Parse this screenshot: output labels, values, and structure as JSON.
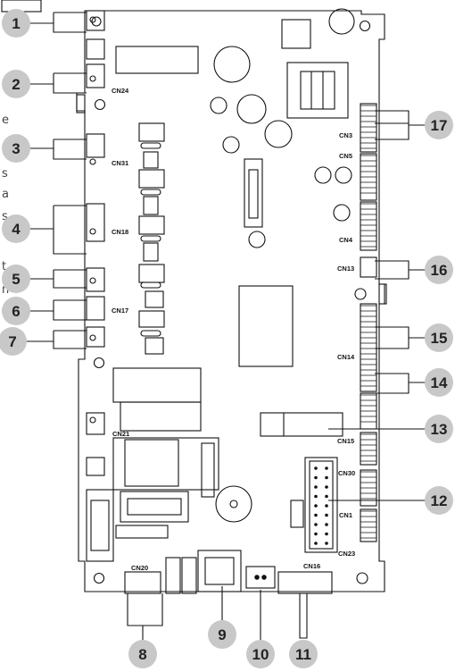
{
  "connector_labels": {
    "cn24": "CN24",
    "cn31": "CN31",
    "cn18": "CN18",
    "cn17": "CN17",
    "cn21": "CN21",
    "cn20": "CN20",
    "cn16": "CN16",
    "cn3": "CN3",
    "cn5": "CN5",
    "cn4": "CN4",
    "cn13": "CN13",
    "cn14": "CN14",
    "cn15": "CN15",
    "cn30": "CN30",
    "cn1": "CN1",
    "cn23": "CN23"
  },
  "callouts": {
    "c1": "1",
    "c2": "2",
    "c3": "3",
    "c4": "4",
    "c5": "5",
    "c6": "6",
    "c7": "7",
    "c8": "8",
    "c9": "9",
    "c10": "10",
    "c11": "11",
    "c12": "12",
    "c13": "13",
    "c14": "14",
    "c15": "15",
    "c16": "16",
    "c17": "17"
  },
  "left_edge_fragments": [
    "e",
    "s",
    "a",
    "s",
    "t",
    "n",
    "a"
  ],
  "colors": {
    "callout_fill": "#c8c8c8",
    "line": "#111111",
    "board": "#ffffff"
  }
}
